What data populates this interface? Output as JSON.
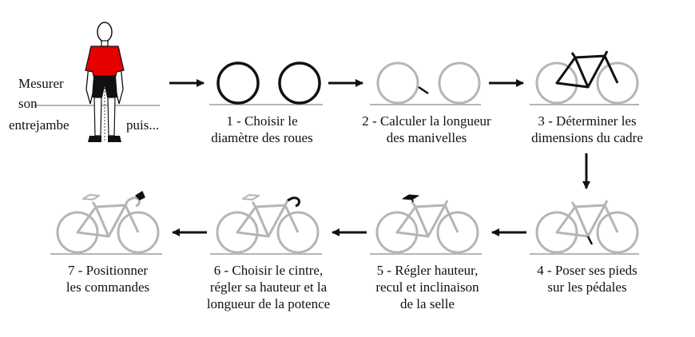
{
  "intro": {
    "line1": "Mesurer",
    "line2": "son",
    "line3": "entrejambe",
    "line4": "puis..."
  },
  "steps": [
    {
      "line1": "1 - Choisir le",
      "line2": "diamètre des roues"
    },
    {
      "line1": "2 - Calculer la longueur",
      "line2": "des manivelles"
    },
    {
      "line1": "3 - Déterminer les",
      "line2": "dimensions du cadre"
    },
    {
      "line1": "4 - Poser ses pieds",
      "line2": "sur les pédales"
    },
    {
      "line1": "5 - Régler hauteur,",
      "line2": "recul et inclinaison",
      "line3": "de la selle"
    },
    {
      "line1": "6 - Choisir le cintre,",
      "line2": "régler sa hauteur et la",
      "line3": "longueur de la potence"
    },
    {
      "line1": "7 - Positionner",
      "line2": "les commandes"
    }
  ],
  "colors": {
    "highlight": "#111111",
    "faded": "#b5b5b5",
    "jersey": "#e60000",
    "shorts": "#111111"
  }
}
